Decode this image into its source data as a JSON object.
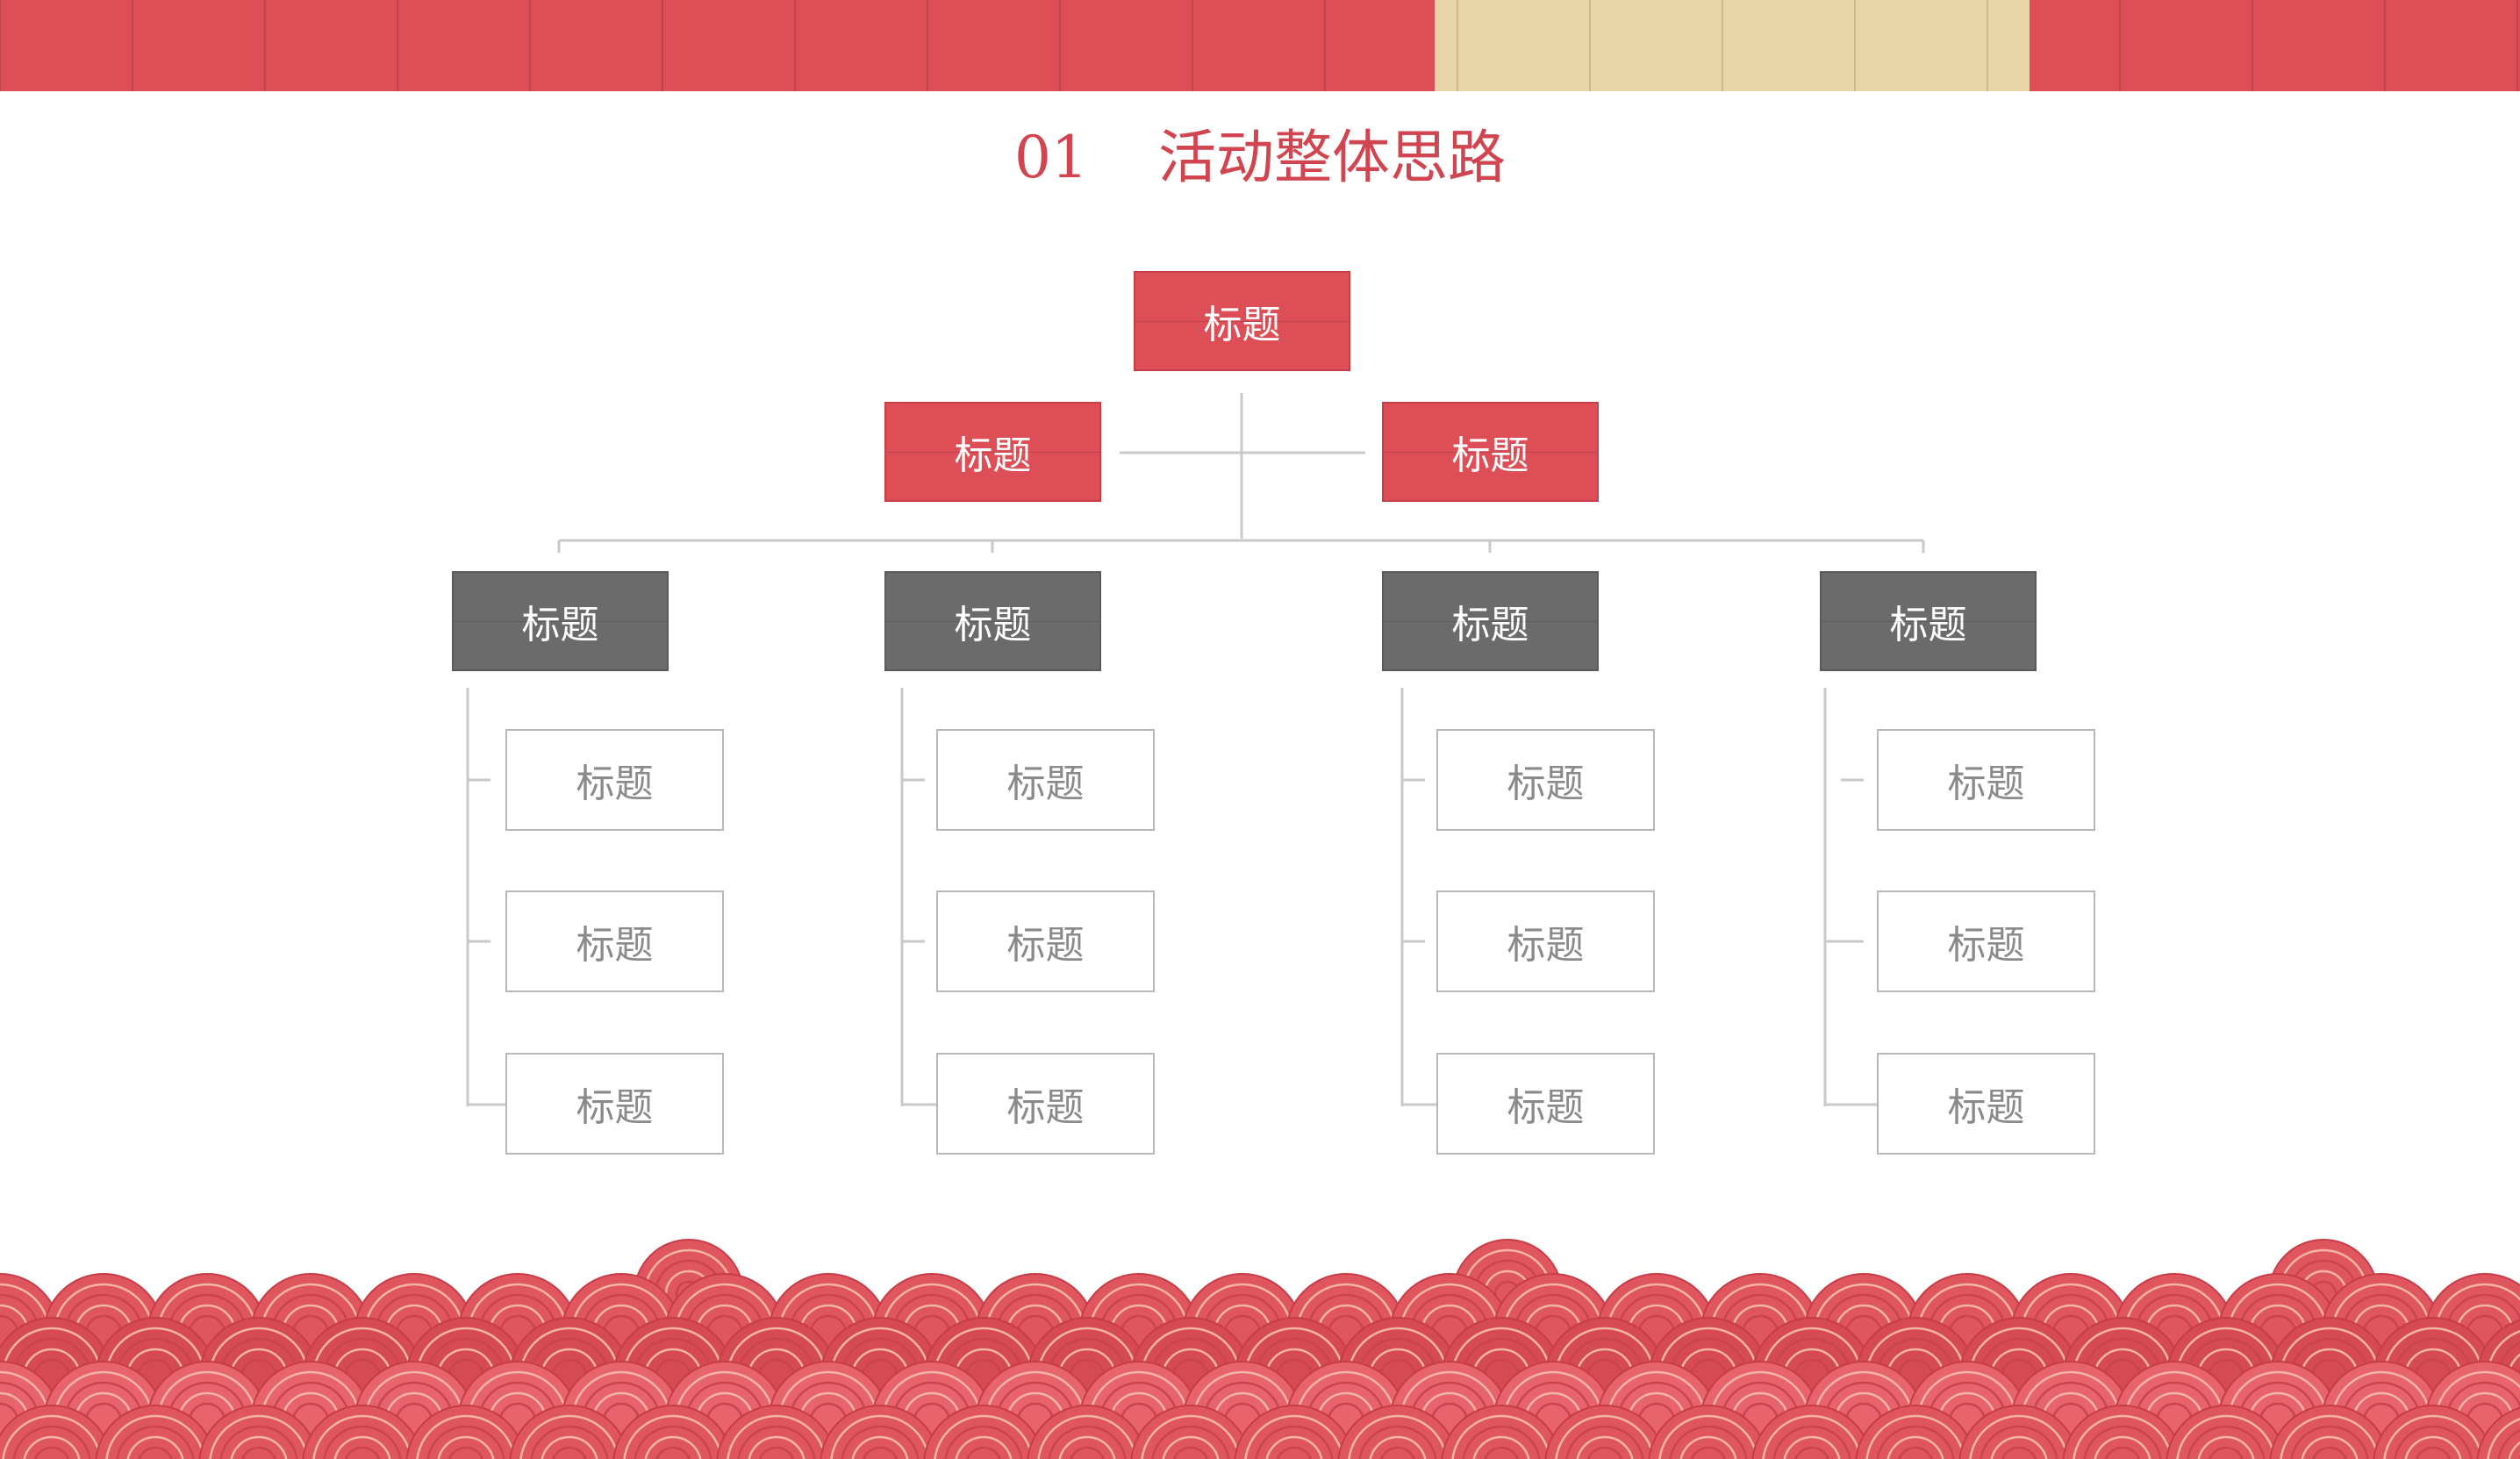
{
  "slide": {
    "title_number": "01",
    "title_text": "活动整体思路"
  },
  "colors": {
    "accent_red": "#dd4e57",
    "title_red": "#d04550",
    "banner_gold": "#e8d4a4",
    "node_gray": "#6b6b6b",
    "connector_gray": "#c9c9c9",
    "outline_gray": "#b8b8b8"
  },
  "org_chart": {
    "root": {
      "label": "标题"
    },
    "level2": [
      {
        "label": "标题"
      },
      {
        "label": "标题"
      }
    ],
    "level3": [
      {
        "label": "标题",
        "children": [
          "标题",
          "标题",
          "标题"
        ]
      },
      {
        "label": "标题",
        "children": [
          "标题",
          "标题",
          "标题"
        ]
      },
      {
        "label": "标题",
        "children": [
          "标题",
          "标题",
          "标题"
        ]
      },
      {
        "label": "标题",
        "children": [
          "标题",
          "标题",
          "标题"
        ]
      }
    ]
  },
  "decoration": {
    "top_banner": "red-and-gold-tile-band",
    "bottom_pattern": "red-auspicious-wave-clouds"
  }
}
